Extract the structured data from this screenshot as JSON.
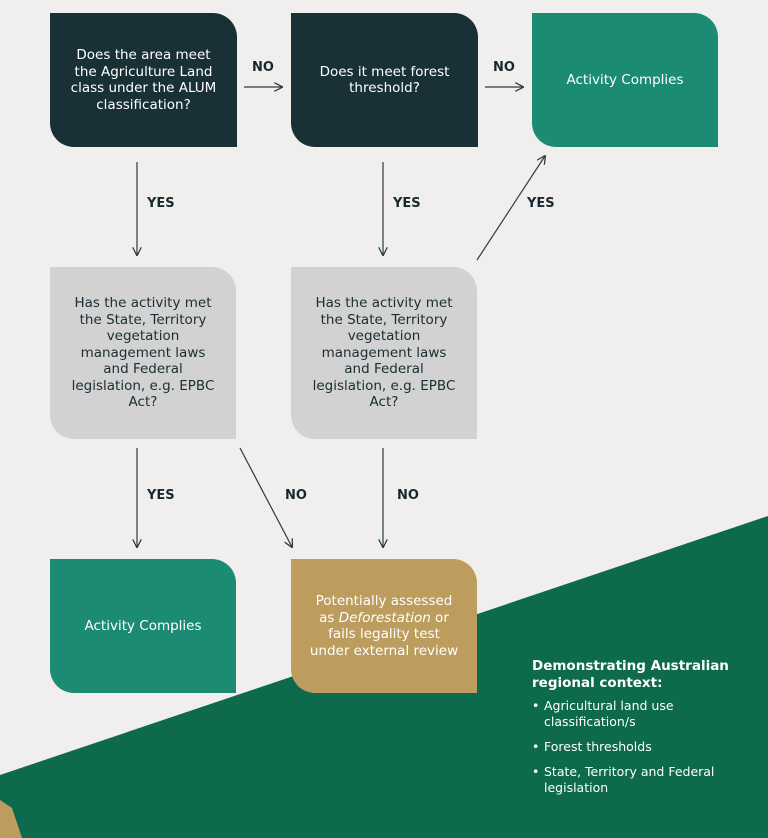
{
  "colors": {
    "dark_box": "#193037",
    "teal_box": "#1c8b74",
    "grey_box": "#d2d2d2",
    "gold_box": "#bd9d5e",
    "green_background": "#0d6a4c",
    "page_background": "#f1efed"
  },
  "nodes": {
    "q_agriculture": "Does the area meet the Agriculture Land class under the ALUM classification?",
    "q_forest": "Does it meet forest threshold?",
    "complies_top": "Activity Complies",
    "q_legislation_left": "Has the activity met the State, Territory vegetation management laws and Federal legislation, e.g. EPBC Act?",
    "q_legislation_right": "Has the activity met the State, Territory vegetation management laws and Federal legislation, e.g. EPBC Act?",
    "complies_bottom": "Activity Complies",
    "outcome_prefix": "Potentially assessed as ",
    "outcome_emphasis": "Deforestation",
    "outcome_suffix": " or fails legality test under external review"
  },
  "edges": {
    "agri_to_forest": "NO",
    "forest_to_complies": "NO",
    "agri_to_legal_left": "YES",
    "forest_to_legal_right": "YES",
    "legal_right_to_complies": "YES",
    "legal_left_to_complies": "YES",
    "legal_left_to_outcome": "NO",
    "legal_right_to_outcome": "NO"
  },
  "context": {
    "title": "Demonstrating Australian regional context:",
    "items": [
      "Agricultural land use classification/s",
      "Forest thresholds",
      "State, Territory and Federal legislation"
    ]
  }
}
